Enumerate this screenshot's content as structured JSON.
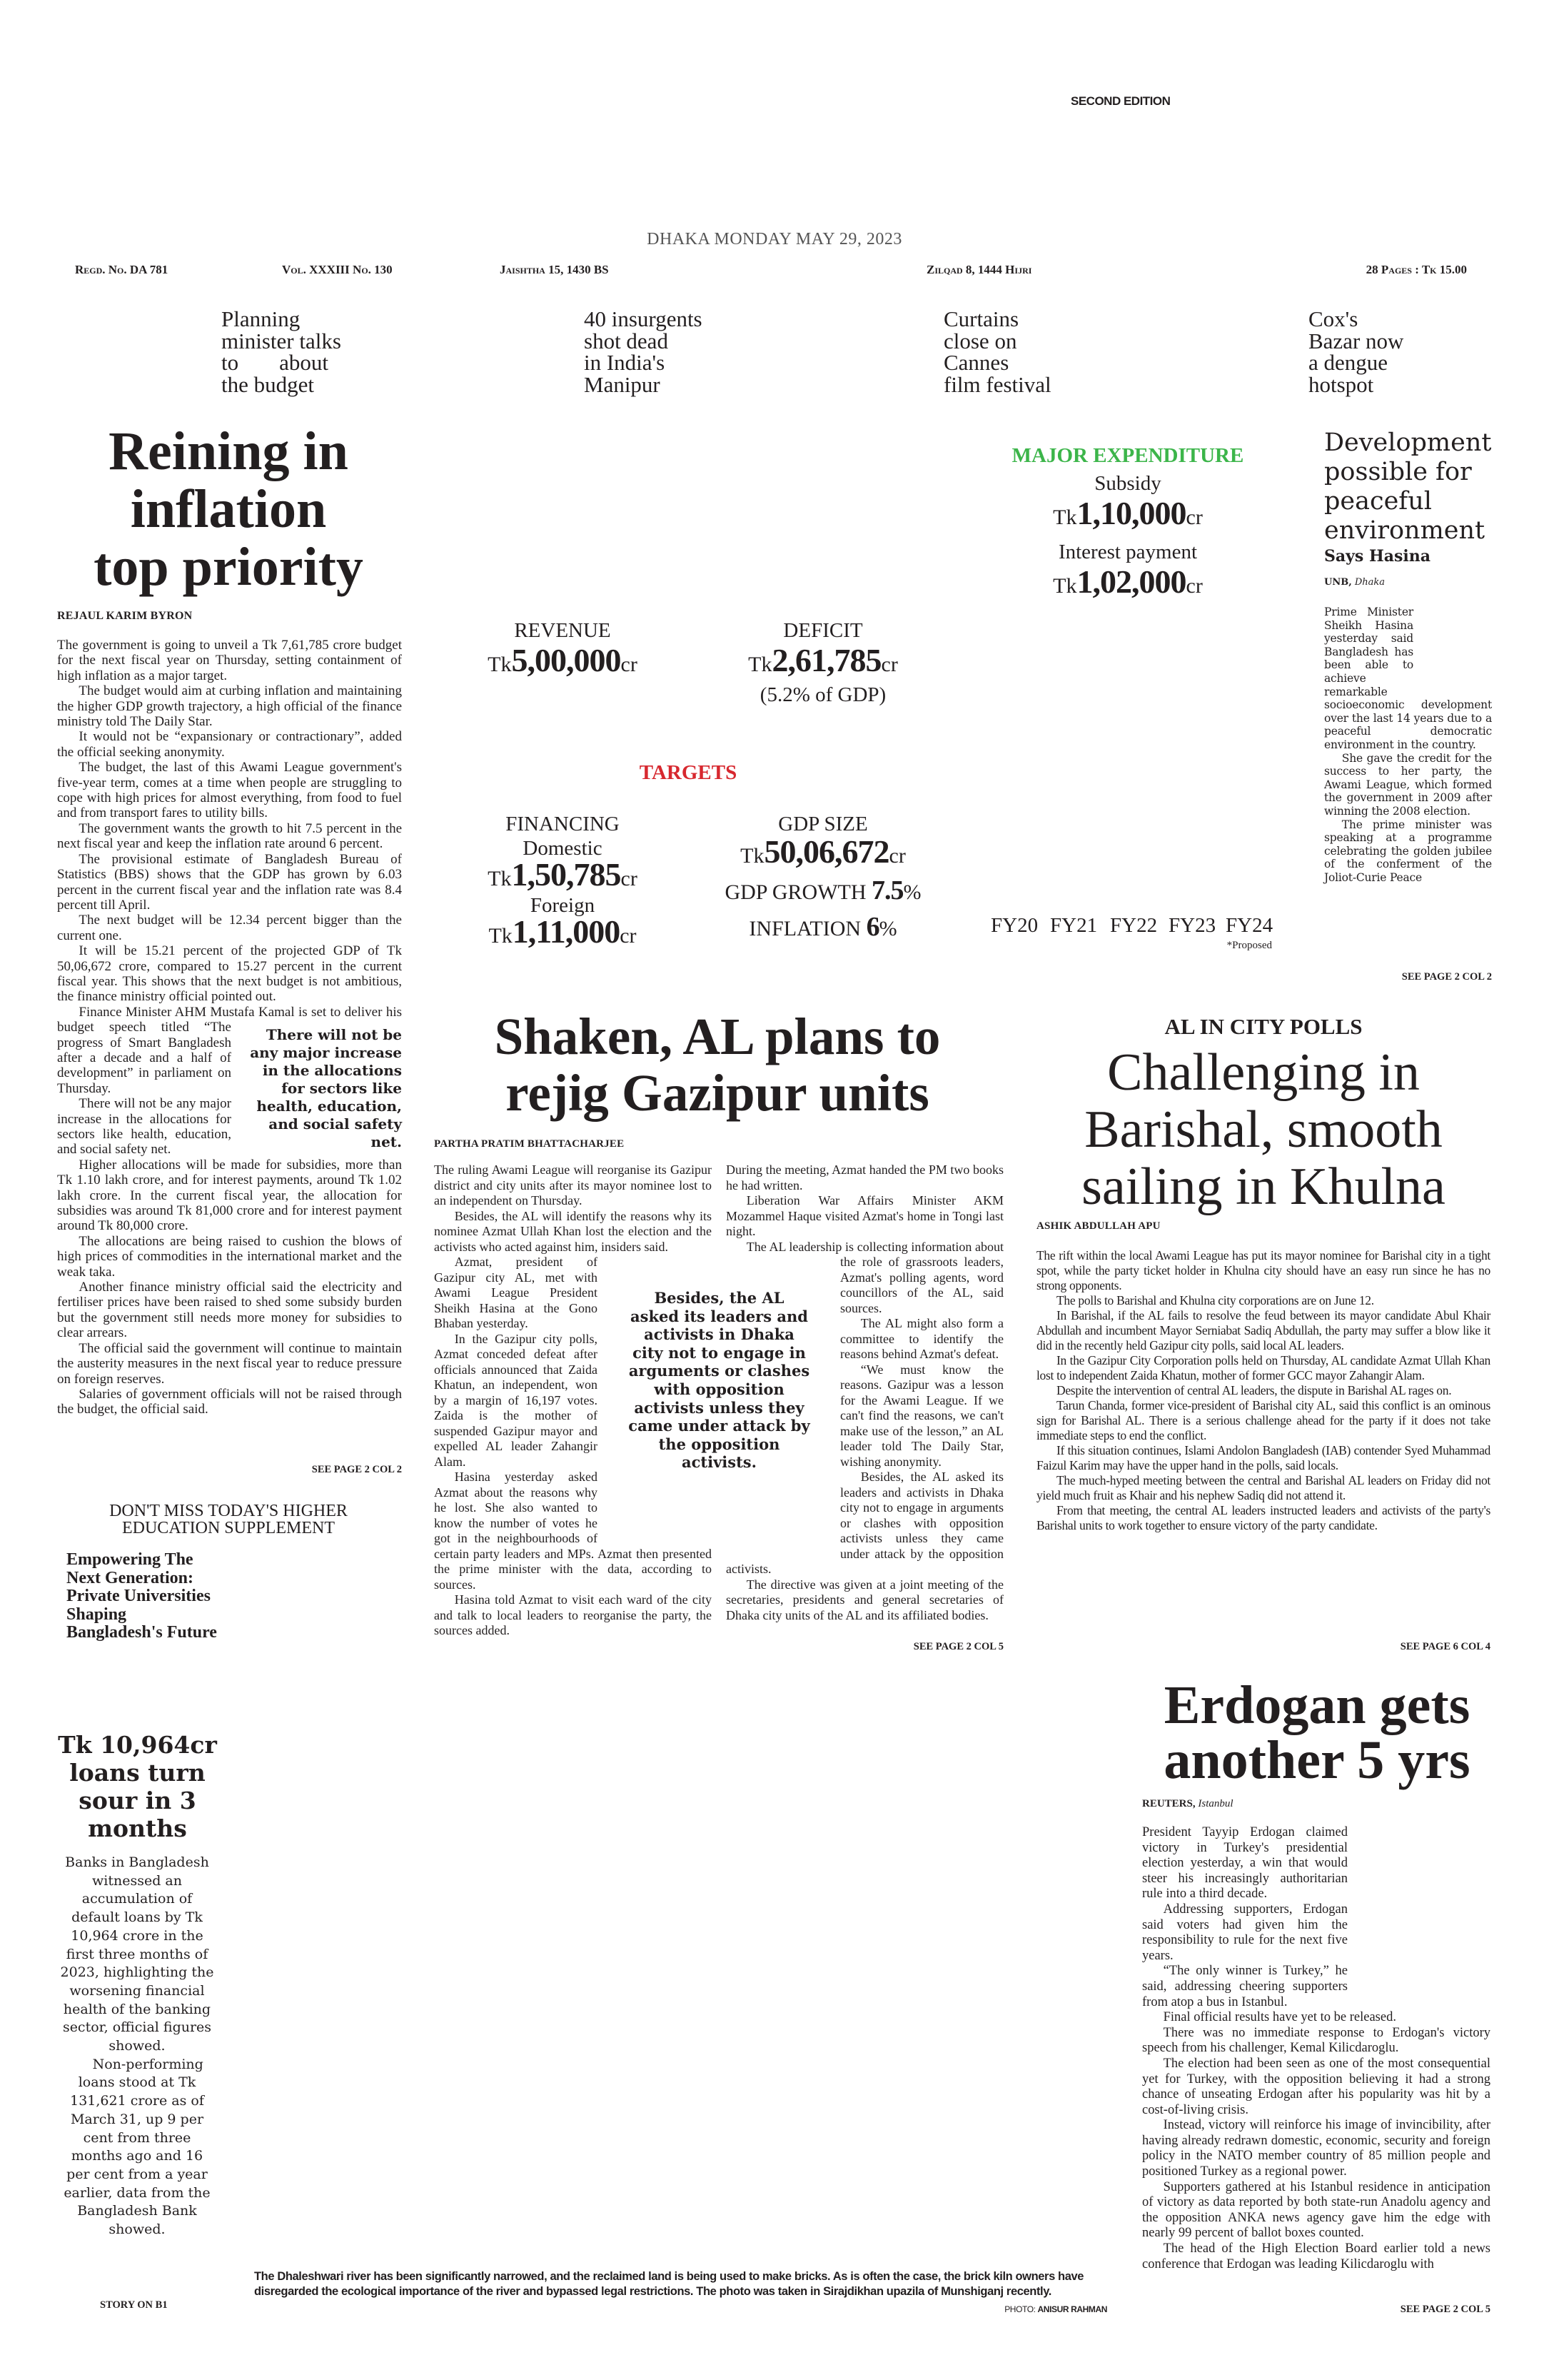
{
  "masthead": {
    "edition": "SECOND EDITION",
    "dateline": "DHAKA MONDAY MAY 29, 2023",
    "regd": "Regd. No. DA 781",
    "vol": "Vol. XXXIII No. 130",
    "bangla_date": "Jaishtha 15, 1430 BS",
    "hijri_date": "Zilqad 8, 1444 Hijri",
    "pages_price": "28 Pages : Tk 15.00"
  },
  "teasers": [
    {
      "lines": [
        "Planning",
        "minister talks",
        "to about",
        "the budget"
      ]
    },
    {
      "lines": [
        "40 insurgents",
        "shot dead",
        "in India's",
        "Manipur"
      ]
    },
    {
      "lines": [
        "Curtains",
        "close on",
        "Cannes",
        "film festival"
      ]
    },
    {
      "lines": [
        "Cox's",
        "Bazar now",
        "a dengue",
        "hotspot"
      ]
    }
  ],
  "budget_article": {
    "headline": [
      "Reining in",
      "inflation",
      "top priority"
    ],
    "byline": "REJAUL KARIM BYRON",
    "pull_quote": "There will not be any major increase in the allocations for sectors like health, education, and social safety net.",
    "paragraphs": [
      "The government is going to unveil a Tk 7,61,785 crore budget for the next fiscal year on Thursday, setting containment of high inflation as a major target.",
      "The budget would aim at curbing inflation and maintaining the higher GDP growth trajectory, a high official of the finance ministry told The Daily Star.",
      "It would not be “expansionary or contractionary”, added the official seeking anonymity.",
      "The budget, the last of this Awami League government's five-year term, comes at a time when people are struggling to cope with high prices for almost everything, from food to fuel and from transport fares to utility bills.",
      "The government wants the growth to hit 7.5 percent in the next fiscal year and keep the inflation rate around 6 percent.",
      "The provisional estimate of Bangladesh Bureau of Statistics (BBS) shows that the GDP has grown by 6.03 percent in the current fiscal year and the inflation rate was 8.4 percent till April.",
      "The next budget will be 12.34 percent bigger than the current one.",
      "It will be 15.21 percent of the projected GDP of Tk 50,06,672 crore, compared to 15.27 percent in the current fiscal year. This shows that the next budget is not ambitious, the finance ministry official pointed out.",
      "Finance Minister AHM Mustafa Kamal is set to deliver his budget speech titled “The progress of Smart Bangladesh after a decade and a half of development” in parliament on Thursday.",
      "There will not be any major increase in the allocations for sectors like health, education, and social safety net.",
      "Higher allocations will be made for subsidies, more than Tk 1.10 lakh crore, and for interest payments, around Tk 1.02 lakh crore. In the current fiscal year, the allocation for subsidies was around Tk 81,000 crore and for interest payment around Tk 80,000 crore.",
      "The allocations are being raised to cushion the blows of high prices of commodities in the international market and the weak taka.",
      "Another finance ministry official said the electricity and fertiliser prices have been raised to shed some subsidy burden but the government still needs more money for subsidies to clear arrears.",
      "The official said the government will continue to maintain the austerity measures in the next fiscal year to reduce pressure on foreign reserves.",
      "Salaries of government officials will not be raised through the budget, the official said."
    ],
    "continued": "SEE PAGE 2 COL 2"
  },
  "supplement": {
    "label": [
      "DON'T MISS TODAY'S HIGHER",
      "EDUCATION SUPPLEMENT"
    ],
    "title": [
      "Empowering The",
      "Next Generation:",
      "Private Universities",
      "Shaping",
      "Bangladesh's Future"
    ]
  },
  "loans_article": {
    "headline": [
      "Tk 10,964cr",
      "loans turn",
      "sour in 3",
      "months"
    ],
    "paragraphs": [
      "Banks in Bangladesh witnessed an accumulation of default loans by Tk 10,964 crore in the first three months of 2023, highlighting the worsening financial health of the banking sector, official figures showed.",
      "Non-performing loans stood at Tk 131,621 crore as of March 31, up 9 per cent from three months ago and 16 per cent from a year earlier, data from the Bangladesh Bank showed."
    ],
    "continued": "STORY ON B1"
  },
  "budget_graphic": {
    "colors": {
      "green": "#3cb54a",
      "red": "#d7282f"
    },
    "major_expenditure": {
      "title": "MAJOR EXPENDITURE",
      "subsidy": {
        "label": "Subsidy",
        "prefix": "Tk",
        "value": "1,10,000",
        "unit": "cr"
      },
      "interest": {
        "label": "Interest payment",
        "prefix": "Tk",
        "value": "1,02,000",
        "unit": "cr"
      }
    },
    "revenue": {
      "label": "REVENUE",
      "prefix": "Tk",
      "value": "5,00,000",
      "unit": "cr"
    },
    "deficit": {
      "label": "DEFICIT",
      "prefix": "Tk",
      "value": "2,61,785",
      "unit": "cr",
      "note": "(5.2% of GDP)"
    },
    "targets": {
      "title": "TARGETS",
      "financing": {
        "label": "FINANCING",
        "domestic": {
          "label": "Domestic",
          "prefix": "Tk",
          "value": "1,50,785",
          "unit": "cr"
        },
        "foreign": {
          "label": "Foreign",
          "prefix": "Tk",
          "value": "1,11,000",
          "unit": "cr"
        }
      },
      "gdp_size": {
        "label": "GDP SIZE",
        "prefix": "Tk",
        "value": "50,06,672",
        "unit": "cr"
      },
      "gdp_growth": {
        "label": "GDP GROWTH",
        "value": "7.5",
        "unit": "%"
      },
      "inflation": {
        "label": "INFLATION",
        "value": "6",
        "unit": "%"
      }
    },
    "fiscal_years": [
      "FY20",
      "FY21",
      "FY22",
      "FY23",
      "FY24"
    ],
    "footnote": "*Proposed"
  },
  "hasina_article": {
    "headline": "Development possible for peaceful environment",
    "subhead": "Says Hasina",
    "agency": "UNB,",
    "place": "Dhaka",
    "paragraphs": [
      "Prime Minister Sheikh Hasina yesterday said Bangladesh has been able to achieve remarkable socioeconomic development over the last 14 years due to a peaceful democratic environment in the country.",
      "She gave the credit for the success to her party, the Awami League, which formed the government in 2009 after winning the 2008 election.",
      "The prime minister was speaking at a programme celebrating the golden jubilee of the conferment of the Joliot-Curie Peace"
    ],
    "continued": "SEE PAGE 2 COL 2"
  },
  "gazipur_article": {
    "headline": [
      "Shaken, AL plans to",
      "rejig Gazipur units"
    ],
    "byline": "PARTHA PRATIM BHATTACHARJEE",
    "pull_quote": "Besides, the AL asked its leaders and activists in Dhaka city not to engage in arguments or clashes with opposition activists unless they came under attack by the opposition activists.",
    "column1": [
      "The ruling Awami League will reorganise its Gazipur district and city units after its mayor nominee lost to an independent on Thursday.",
      "Besides, the AL will identify the reasons why its nominee Azmat Ullah Khan lost the election and the activists who acted against him, insiders said.",
      "Azmat, president of Gazipur city AL, met with Awami League President Sheikh Hasina at the Gono Bhaban yesterday.",
      "In the Gazipur city polls, Azmat conceded defeat after officials announced that Zaida Khatun, an independent, won by a margin of 16,197 votes. Zaida is the mother of suspended Gazipur mayor and expelled AL leader Zahangir Alam.",
      "Hasina yesterday asked Azmat about the reasons why he lost. She also wanted to know the number of votes he got in the neighbourhoods of certain party leaders and MPs. Azmat then presented the prime minister with the data, according to sources.",
      "Hasina told Azmat to visit each ward of the city and talk to local leaders to reorganise the party, the sources added."
    ],
    "column2": [
      "During the meeting, Azmat handed the PM two books he had written.",
      "Liberation War Affairs Minister AKM Mozammel Haque visited Azmat's home in Tongi last night.",
      "The AL leadership is collecting information about the role of grassroots leaders, Azmat's polling agents, word councillors of the AL, said sources.",
      "The AL might also form a committee to identify the reasons behind Azmat's defeat.",
      "“We must know the reasons. Gazipur was a lesson for the Awami League. If we can't find the reasons, we can't make use of the lesson,” an AL leader told The Daily Star, wishing anonymity.",
      "Besides, the AL asked its leaders and activists in Dhaka city not to engage in arguments or clashes with opposition activists unless they came under attack by the opposition activists.",
      "The directive was given at a joint meeting of the secretaries, presidents and general secretaries of Dhaka city units of the AL and its affiliated bodies."
    ],
    "continued": "SEE PAGE 2 COL 5"
  },
  "polls_article": {
    "kicker": "AL IN CITY POLLS",
    "headline": [
      "Challenging in",
      "Barishal, smooth",
      "sailing in Khulna"
    ],
    "byline": "ASHIK ABDULLAH APU",
    "paragraphs": [
      "The rift within the local Awami League has put its mayor nominee for Barishal city in a tight spot, while the party ticket holder in Khulna city should have an easy run since he has no strong opponents.",
      "The polls to Barishal and Khulna city corporations are on June 12.",
      "In Barishal, if the AL fails to resolve the feud between its mayor candidate Abul Khair Abdullah and incumbent Mayor Serniabat Sadiq Abdullah, the party may suffer a blow like it did in the recently held Gazipur city polls, said local AL leaders.",
      "In the Gazipur City Corporation polls held on Thursday, AL candidate Azmat Ullah Khan lost to independent Zaida Khatun, mother of former GCC mayor Zahangir Alam.",
      "Despite the intervention of central AL leaders, the dispute in Barishal AL rages on.",
      "Tarun Chanda, former vice-president of Barishal city AL, said this conflict is an ominous sign for Barishal AL. There is a serious challenge ahead for the party if it does not take immediate steps to end the conflict.",
      "If this situation continues, Islami Andolon Bangladesh (IAB) contender Syed Muhammad Faizul Karim may have the upper hand in the polls, said locals.",
      "The much-hyped meeting between the central and Barishal AL leaders on Friday did not yield much fruit as Khair and his nephew Sadiq did not attend it.",
      "From that meeting, the central AL leaders instructed leaders and activists of the party's Barishal units to work together to ensure victory of the party candidate."
    ],
    "continued": "SEE PAGE 6 COL 4"
  },
  "erdogan_article": {
    "headline": [
      "Erdogan gets",
      "another 5 yrs"
    ],
    "agency": "REUTERS,",
    "place": "Istanbul",
    "paragraphs": [
      "President Tayyip Erdogan claimed victory in Turkey's presidential election yesterday, a win that would steer his increasingly authoritarian rule into a third decade.",
      "Addressing supporters, Erdogan said voters had given him the responsibility to rule for the next five years.",
      "“The only winner is Turkey,” he said, addressing cheering supporters from atop a bus in Istanbul.",
      "Final official results have yet to be released.",
      "There was no immediate response to Erdogan's victory speech from his challenger, Kemal Kilicdaroglu.",
      "The election had been seen as one of the most consequential yet for Turkey, with the opposition believing it had a strong chance of unseating Erdogan after his popularity was hit by a cost-of-living crisis.",
      "Instead, victory will reinforce his image of invincibility, after having already redrawn domestic, economic, security and foreign policy in the NATO member country of 85 million people and positioned Turkey as a regional power.",
      "Supporters gathered at his Istanbul residence in anticipation of victory as data reported by both state-run Anadolu agency and the opposition ANKA news agency gave him the edge with nearly 99 percent of ballot boxes counted.",
      "The head of the High Election Board earlier told a news conference that Erdogan was leading Kilicdaroglu with"
    ],
    "continued": "SEE PAGE 2 COL 5"
  },
  "photo_caption": {
    "text": "The Dhaleshwari river has been significantly narrowed, and the reclaimed land is being used to make bricks. As is often the case, the brick kiln owners have disregarded the ecological importance of the river and bypassed legal restrictions. The photo was taken in Sirajdikhan upazila of Munshiganj recently.",
    "credit_label": "PHOTO:",
    "credit_name": "ANISUR RAHMAN"
  }
}
